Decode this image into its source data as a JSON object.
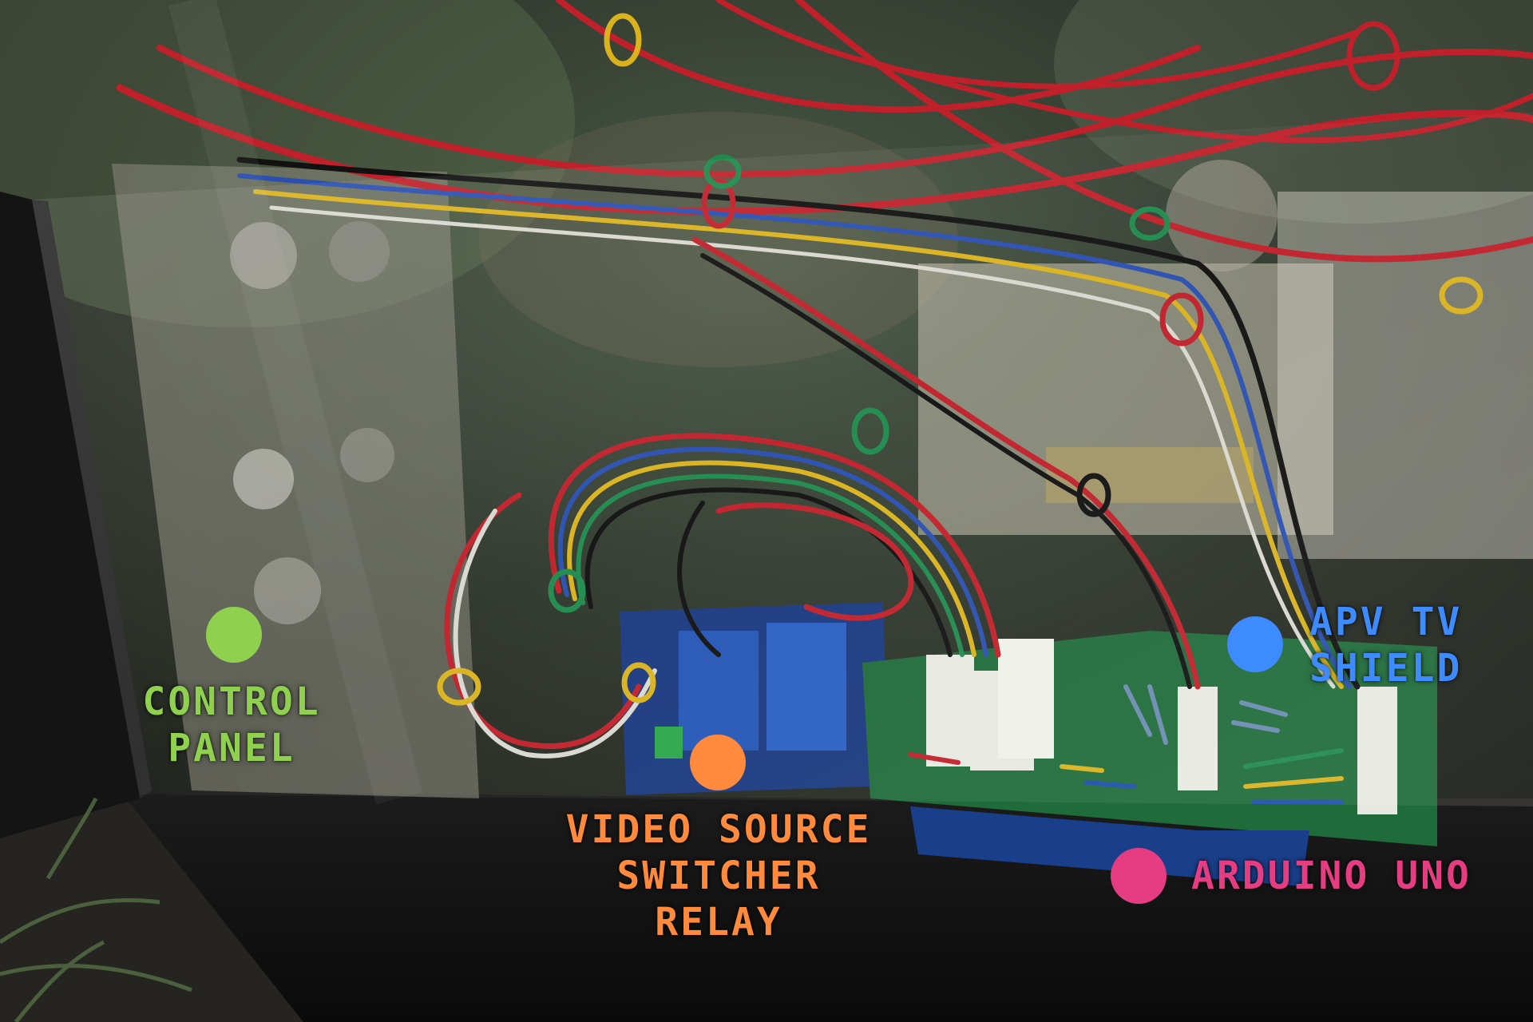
{
  "annotations": {
    "control_panel": {
      "lines": [
        "CONTROL",
        "PANEL"
      ],
      "color": "#8fd14f"
    },
    "video_source_switcher_relay": {
      "lines": [
        "VIDEO SOURCE",
        "SWITCHER",
        "RELAY"
      ],
      "color": "#ff8a3d"
    },
    "apv_tv_shield": {
      "lines": [
        "APV TV",
        "SHIELD"
      ],
      "color": "#3d8bff"
    },
    "arduino_uno": {
      "lines": [
        "ARDUINO UNO"
      ],
      "color": "#e63d82"
    }
  },
  "colors": {
    "wire_red": "#c0202a",
    "wire_yellow": "#d9b21e",
    "wire_blue": "#2a4fb0",
    "wire_green": "#1f8a4c",
    "wire_black": "#111111",
    "wire_white": "#d8d8d0",
    "pcb_green": "#1f6b3a",
    "relay_blue": "#1e4fa8",
    "connector_white": "#e8e8e2"
  }
}
